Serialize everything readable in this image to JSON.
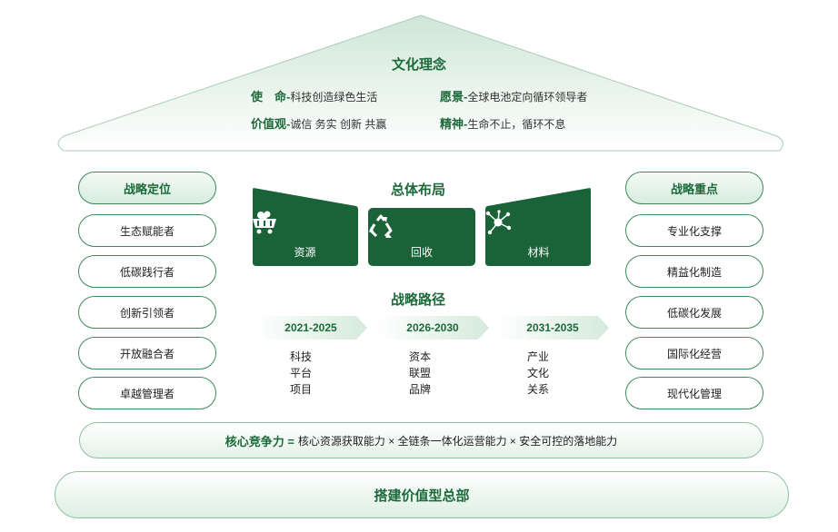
{
  "roof": {
    "title": "文化理念",
    "mission_label": "使　命-",
    "mission_text": "科技创造绿色生活",
    "vision_label": "愿景-",
    "vision_text": "全球电池定向循环领导者",
    "values_label": "价值观-",
    "values_text": "诚信 务实 创新 共赢",
    "spirit_label": "精神-",
    "spirit_text": "生命不止，循环不息"
  },
  "left_column": {
    "header": "战略定位",
    "items": [
      "生态赋能者",
      "低碳践行者",
      "创新引领者",
      "开放融合者",
      "卓越管理者"
    ]
  },
  "right_column": {
    "header": "战略重点",
    "items": [
      "专业化支撑",
      "精益化制造",
      "低碳化发展",
      "国际化经营",
      "现代化管理"
    ]
  },
  "layout_section": {
    "title": "总体布局",
    "cards": [
      {
        "label": "资源",
        "icon": "mining-cart-icon"
      },
      {
        "label": "回收",
        "icon": "recycle-icon"
      },
      {
        "label": "材料",
        "icon": "molecule-icon"
      }
    ]
  },
  "path_section": {
    "title": "战略路径",
    "phases": [
      {
        "years": "2021-2025",
        "items": [
          "科技",
          "平台",
          "项目"
        ]
      },
      {
        "years": "2026-2030",
        "items": [
          "资本",
          "联盟",
          "品牌"
        ]
      },
      {
        "years": "2031-2035",
        "items": [
          "产业",
          "文化",
          "关系"
        ]
      }
    ]
  },
  "competitiveness": {
    "label": "核心竞争力 =",
    "text": "核心资源获取能力 × 全链条一体化运营能力 × 安全可控的落地能力"
  },
  "foundation": {
    "text": "搭建价值型总部"
  },
  "colors": {
    "primary_green": "#1c6a3a",
    "card_green": "#1a6338",
    "pill_border": "#3f8a5c"
  }
}
